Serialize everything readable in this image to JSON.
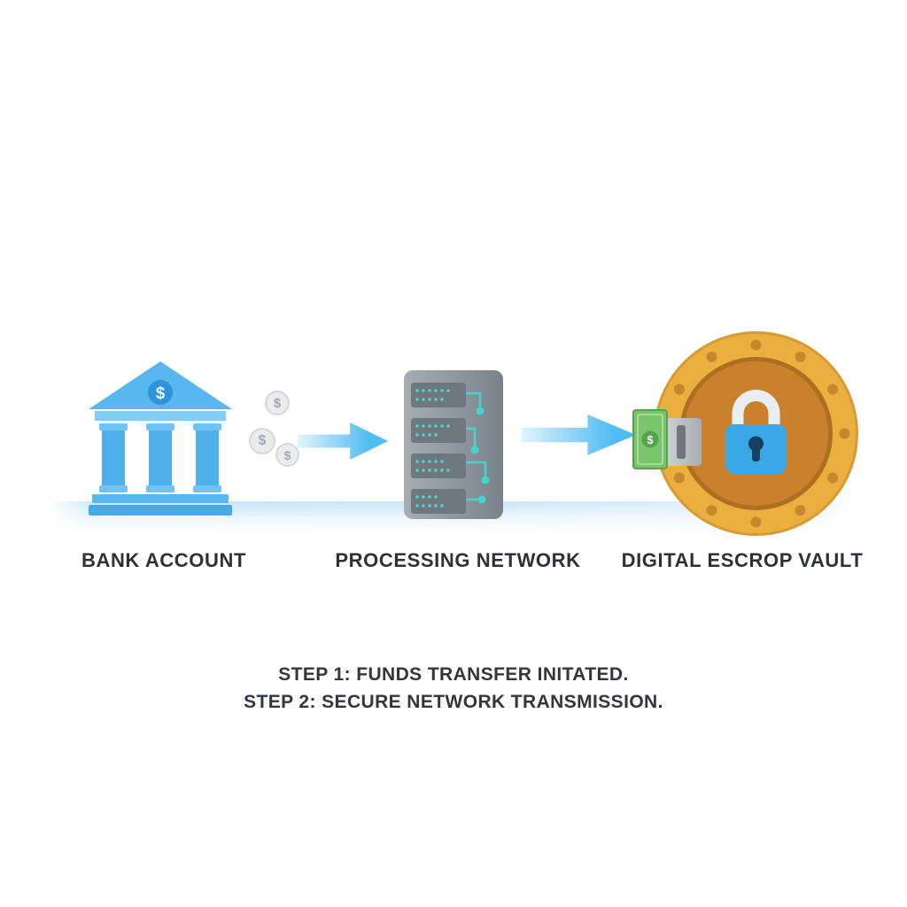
{
  "symbols": {
    "dollar": "$"
  },
  "nodes": [
    {
      "id": "bank",
      "icon": "bank-icon",
      "label": "BANK ACCOUNT"
    },
    {
      "id": "processing-network",
      "icon": "server-icon",
      "label": "PROCESSING NETWORK"
    },
    {
      "id": "escrow-vault",
      "icon": "vault-icon",
      "label": "DIGITAL ESCROP VAULT"
    }
  ],
  "steps": [
    {
      "text": "STEP 1: FUNDS TRANSFER INITATED."
    },
    {
      "text": "STEP 2: SECURE NETWORK TRANSMISSION."
    }
  ],
  "colors": {
    "bank_blue": "#4FAFEA",
    "arrow_blue": "#4FBCF2",
    "server_gray": "#8A929A",
    "circuit_teal": "#45D4CB",
    "coin_gray": "#ECECEF",
    "vault_gold": "#EBAF40",
    "vault_inner": "#C9812B",
    "lock_blue": "#3AA7E6",
    "bill_green": "#7BC46E",
    "ground_blue": "#96CDF3",
    "label_text": "#2E3238"
  }
}
